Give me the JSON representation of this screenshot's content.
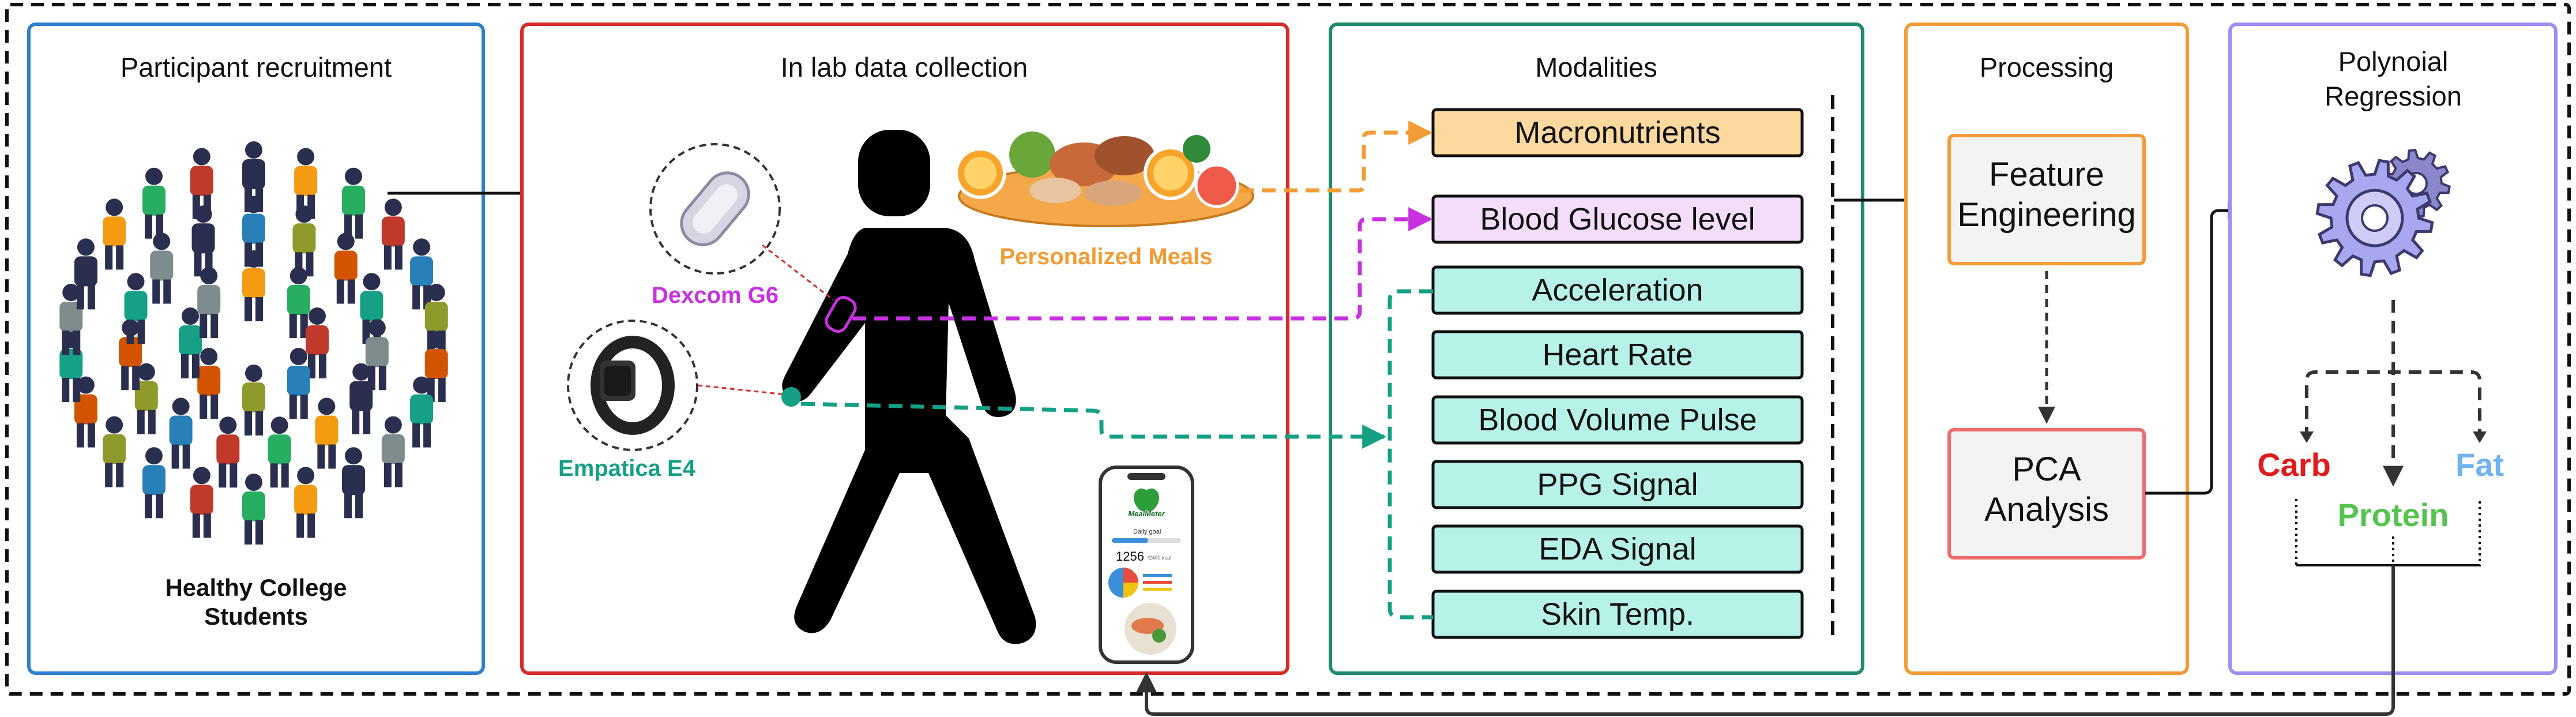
{
  "panels": {
    "recruitment": {
      "title": "Participant recruitment",
      "caption_line1": "Healthy College",
      "caption_line2": "Students"
    },
    "lab": {
      "title": "In lab data collection"
    },
    "modalities": {
      "title": "Modalities"
    },
    "processing": {
      "title": "Processing"
    },
    "regression": {
      "title_line1": "Polynoial",
      "title_line2": "Regression"
    }
  },
  "devices": {
    "dexcom": "Dexcom G6",
    "empatica": "Empatica E4",
    "meals": "Personalized Meals"
  },
  "phone": {
    "app_name": "MealMeter",
    "daily_goal_label": "Daily goal",
    "calories_value": "1256",
    "calories_unit": "/2400 kcal"
  },
  "modalities": [
    "Macronutrients",
    "Blood Glucose level",
    "Acceleration",
    "Heart Rate",
    "Blood Volume Pulse",
    "PPG Signal",
    "EDA Signal",
    "Skin Temp."
  ],
  "processing": {
    "feature_line1": "Feature",
    "feature_line2": "Engineering",
    "pca_line1": "PCA",
    "pca_line2": "Analysis"
  },
  "outputs": {
    "carb": "Carb",
    "protein": "Protein",
    "fat": "Fat"
  },
  "colors": {
    "recruit": "#2f7fd1",
    "lab": "#d62b2b",
    "modalities": "#1f8a70",
    "processing": "#f39c35",
    "regression": "#9c8ff0",
    "macro_fill": "#fdd9a0",
    "glucose_fill": "#f3ddfa",
    "sensor_fill": "#b7f2e8",
    "dexcom": "#c830e0",
    "empatica": "#14a085",
    "meals": "#f39c35",
    "carb": "#e01b1b",
    "protein": "#55c44f",
    "fat": "#6fb3f0"
  }
}
